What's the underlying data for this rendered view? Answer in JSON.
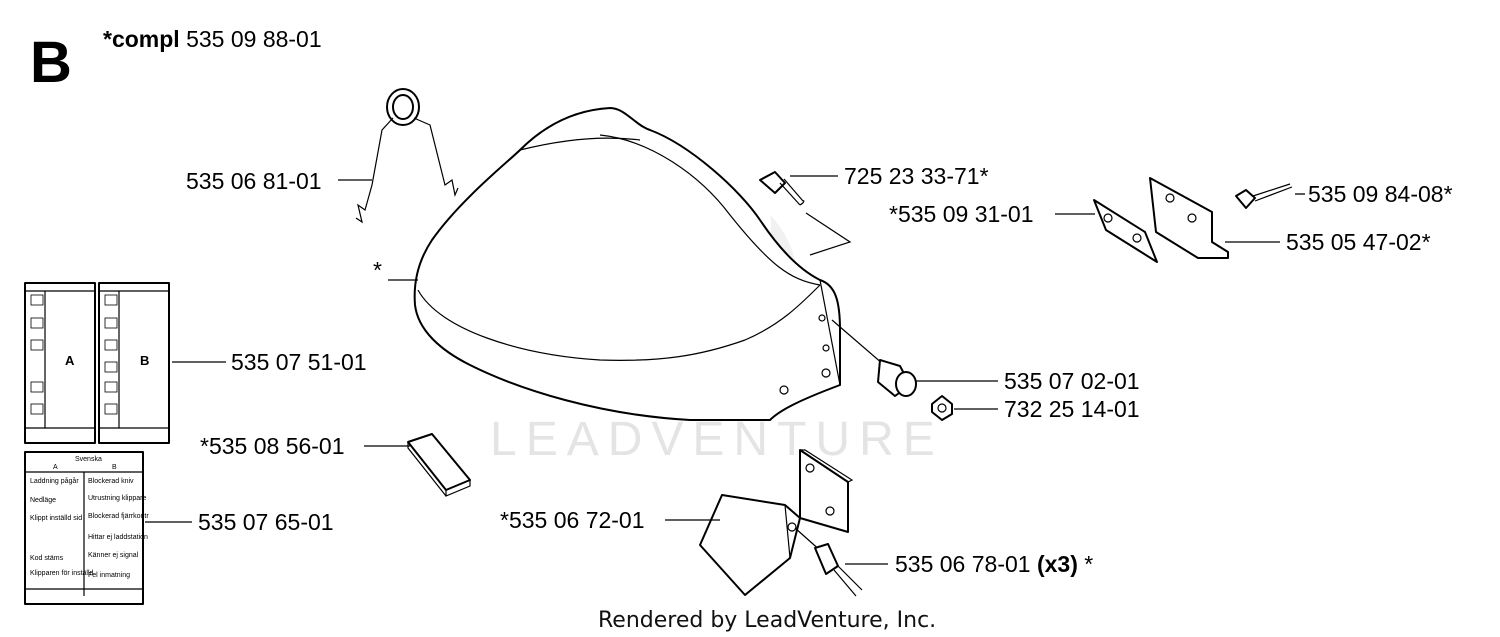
{
  "section_letter": "B",
  "header": {
    "compl_prefix": "*compl",
    "compl_number": "535 09 88-01"
  },
  "parts": {
    "spring": "535 06 81-01",
    "cover_asterisk": "*",
    "labels_sheet": "535 07 51-01",
    "sticker_block": "*535 08 56-01",
    "instruction_label": "535 07 65-01",
    "screw_top": "725 23 33-71*",
    "plate": "*535 09 31-01",
    "rivet": "535 09 84-08*",
    "bracket_right": "535 05 47-02*",
    "knob": "535 07 02-01",
    "nut": "732 25 14-01",
    "bracket_bottom": "*535 06 72-01",
    "pin_number": "535 06 78-01",
    "pin_qty": "(x3)",
    "pin_suffix": "*"
  },
  "label_cards": {
    "card_a_letter": "A",
    "card_b_letter": "B"
  },
  "instruction_card": {
    "title": "Svenska",
    "col_a": "A",
    "col_b": "B",
    "left_lines": [
      "Laddning pågår",
      "Nedläge",
      "Klippt inställd sid",
      "Kod stäms",
      "Klipparen för inställd"
    ],
    "right_lines": [
      "Blockerad kniv",
      "Utrustning klippare",
      "Blockerad fjärrkontr",
      "Hittar ej laddstation",
      "Känner ej signal",
      "Fel inmatning"
    ]
  },
  "watermark": "LEADVENTURE",
  "footer": "Rendered by LeadVenture, Inc."
}
